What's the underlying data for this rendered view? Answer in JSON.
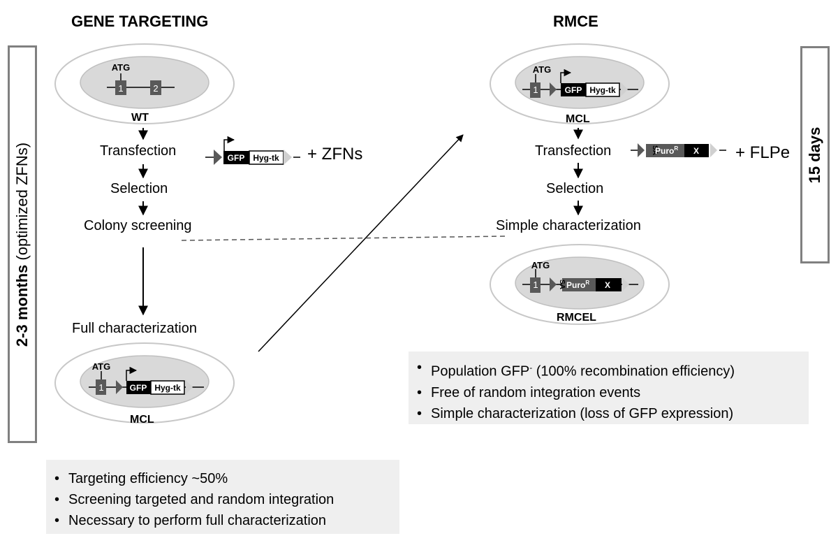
{
  "left": {
    "title": "GENE TARGETING",
    "atg": "ATG",
    "exon1": "1",
    "exon2": "2",
    "wt_label": "WT",
    "steps": [
      "Transfection",
      "Selection",
      "Colony screening",
      "Full characterization"
    ],
    "mcl_label": "MCL",
    "gfp": "GFP",
    "hygtk": "Hyg-tk",
    "zfns": "+ ZFNs",
    "bullets": [
      "Targeting efficiency ~50%",
      "Screening targeted and random integration",
      "Necessary to perform full characterization"
    ],
    "timebar_bold": "2-3 months",
    "timebar_rest": " (optimized ZFNs)"
  },
  "right": {
    "title": "RMCE",
    "atg": "ATG",
    "exon1": "1",
    "mcl_label": "MCL",
    "gfp": "GFP",
    "hygtk": "Hyg-tk",
    "steps": [
      "Transfection",
      "Selection",
      "Simple characterization"
    ],
    "sa": "SA",
    "puro": "Puro",
    "puro_sup": "R",
    "x": "X",
    "flpe": "+ FLPe",
    "rmcel_label": "RMCEL",
    "bullet1_pre": "Population GFP",
    "bullet1_sup": "-",
    "bullet1_post": " (100% recombination efficiency)",
    "bullets_rest": [
      "Free of random integration events",
      "Simple characterization (loss of GFP expression)"
    ],
    "timebar": "15 days"
  },
  "colors": {
    "cell_outer": "#dcdcdc",
    "nucleus": "#d9d9d9",
    "exon": "#595959",
    "box_bg": "#efefef",
    "bar_border": "#808080"
  }
}
